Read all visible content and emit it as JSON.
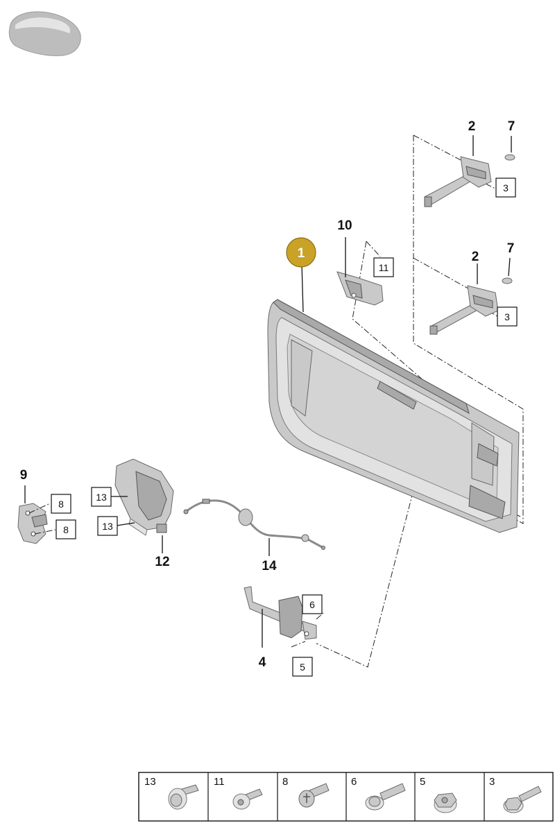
{
  "callouts": {
    "main_part": "1",
    "hinge_upper": "2",
    "hinge_lower": "2",
    "screw_upper": "3",
    "screw_lower": "3",
    "hinge_pin_upper": "7",
    "hinge_pin_lower": "7",
    "bracket": "10",
    "bracket_screw": "11",
    "striker": "9",
    "striker_screw_top": "8",
    "striker_screw_bottom": "8",
    "lock": "12",
    "lock_screw_top": "13",
    "lock_screw_bottom": "13",
    "cable": "14",
    "check_strap": "4",
    "check_strap_screw": "6",
    "check_strap_nut": "5"
  },
  "legend": [
    {
      "number": "13",
      "icon": "round-head-bolt-icon"
    },
    {
      "number": "11",
      "icon": "flange-screw-icon"
    },
    {
      "number": "8",
      "icon": "torx-screw-icon"
    },
    {
      "number": "6",
      "icon": "flange-bolt-icon"
    },
    {
      "number": "5",
      "icon": "flange-nut-icon"
    },
    {
      "number": "3",
      "icon": "hex-bolt-icon"
    }
  ],
  "colors": {
    "highlight_circle": "#c9a227",
    "part_gray": "#c9c9c9",
    "line": "#111111"
  }
}
